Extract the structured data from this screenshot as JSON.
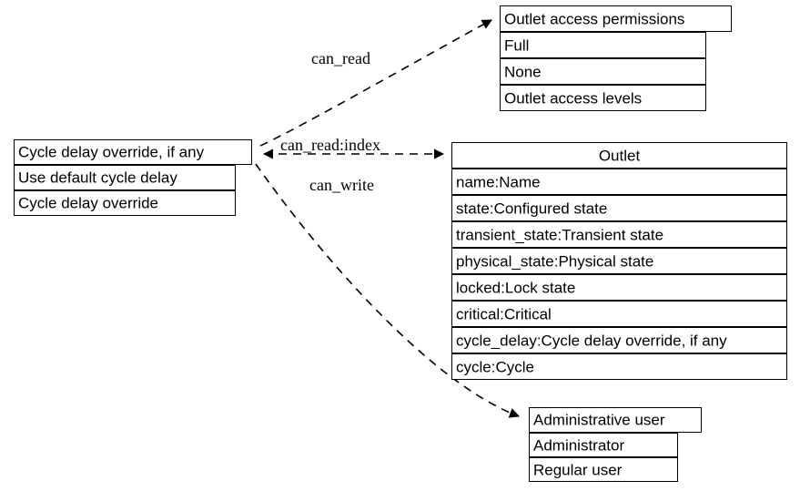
{
  "diagram": {
    "type": "uml-class-relationship-diagram",
    "nodes": [
      {
        "id": "cycle_delay_override",
        "header": "Cycle delay override, if any",
        "rows": [
          "Use default cycle delay",
          "Cycle delay override"
        ],
        "header_align": "left"
      },
      {
        "id": "outlet_access_permissions",
        "header": "Outlet access permissions",
        "rows": [
          "Full",
          "None",
          "Outlet access levels"
        ],
        "header_align": "left"
      },
      {
        "id": "outlet",
        "header": "Outlet",
        "rows": [
          "name:Name",
          "state:Configured state",
          "transient_state:Transient state",
          "physical_state:Physical state",
          "locked:Lock state",
          "critical:Critical",
          "cycle_delay:Cycle delay override, if any",
          "cycle:Cycle"
        ],
        "header_align": "center"
      },
      {
        "id": "administrative_user",
        "header": "Administrative user",
        "rows": [
          "Administrator",
          "Regular user"
        ],
        "header_align": "left"
      }
    ],
    "edges": [
      {
        "id": "can_read",
        "label": "can_read",
        "from": "cycle_delay_override",
        "to": "outlet_access_permissions",
        "style": "dashed",
        "arrow": "end"
      },
      {
        "id": "can_read_index",
        "label": "can_read:index",
        "from": "cycle_delay_override",
        "to": "outlet",
        "style": "dashed",
        "arrow": "both"
      },
      {
        "id": "can_write",
        "label": "can_write",
        "from": "cycle_delay_override",
        "to": "administrative_user",
        "style": "dashed",
        "arrow": "end"
      }
    ],
    "colors": {
      "stroke": "#000000",
      "fill": "#ffffff",
      "text": "#000000"
    }
  }
}
